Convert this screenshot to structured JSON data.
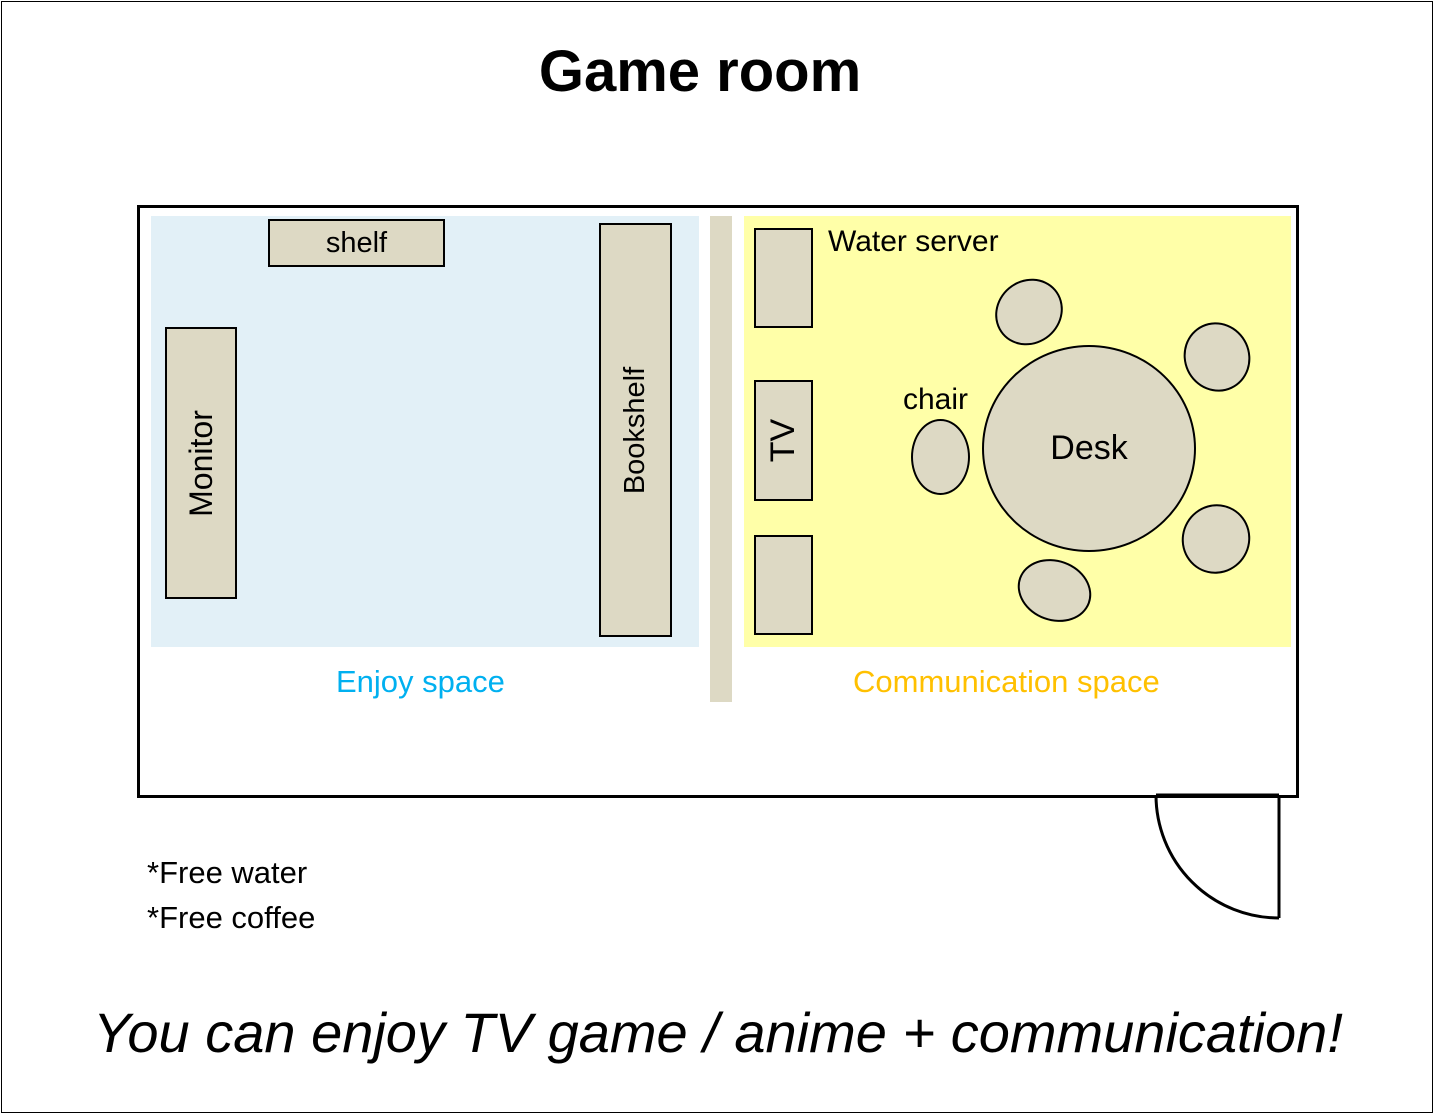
{
  "title": "Game room",
  "zones": {
    "enjoy": {
      "label": "Enjoy space",
      "color": "#00b0f0",
      "fill": "#e2f0f7"
    },
    "communication": {
      "label": "Communication space",
      "color": "#ffc000",
      "fill": "#ffffa8"
    }
  },
  "furniture": {
    "shelf": "shelf",
    "monitor": "Monitor",
    "bookshelf": "Bookshelf",
    "tv": "TV",
    "water_server": "Water server",
    "chair": "chair",
    "desk": "Desk"
  },
  "notes": [
    "*Free water",
    "*Free coffee"
  ],
  "slogan": "You can enjoy TV game / anime + communication!"
}
